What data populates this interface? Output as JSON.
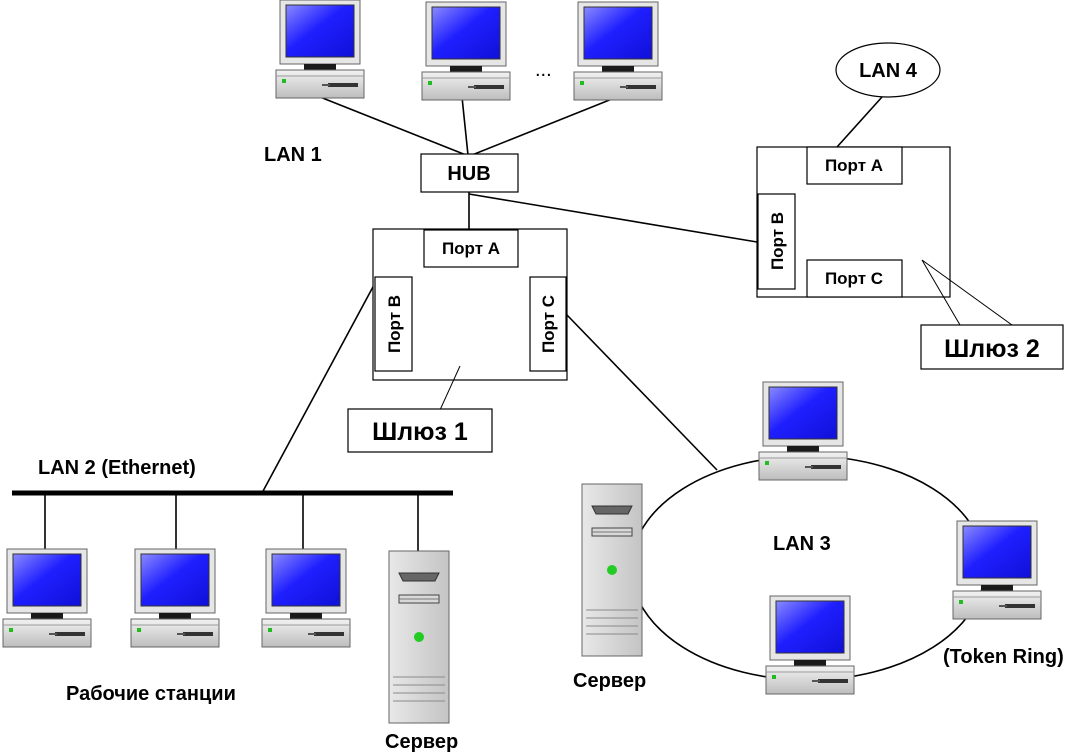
{
  "labels": {
    "lan1": "LAN 1",
    "hub": "HUB",
    "lan4": "LAN 4",
    "lan2": "LAN 2 (Ethernet)",
    "lan3": "LAN 3",
    "workstations": "Рабочие станции",
    "server_lan2": "Сервер",
    "server_lan3": "Сервер",
    "token_ring": "(Token Ring)",
    "ellipsis": "..."
  },
  "gateway1": {
    "name": "Шлюз 1",
    "port_a": "Порт A",
    "port_b": "Порт B",
    "port_c": "Порт C"
  },
  "gateway2": {
    "name": "Шлюз 2",
    "port_a": "Порт A",
    "port_b": "Порт B",
    "port_c": "Порт C"
  },
  "colors": {
    "screen": "#1a1aff",
    "case": "#d4d4d4",
    "led": "#22cc22"
  },
  "icons": {
    "workstation": "computer-icon",
    "server": "server-tower-icon"
  }
}
